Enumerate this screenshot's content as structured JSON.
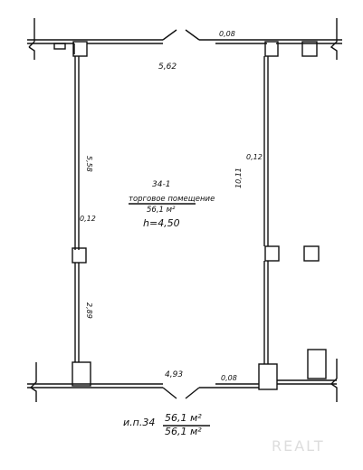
{
  "room": {
    "number": "34-1",
    "name": "торговое помещение",
    "area": "56,1 м²",
    "height": "h=4,50"
  },
  "dimensions": {
    "top_width": "5,62",
    "bottom_width": "4,93",
    "left_upper": "5,58",
    "left_lower": "2,89",
    "right_length": "10,11",
    "left_wall_thickness": "0,12",
    "right_wall_thickness": "0,12",
    "top_step": "0,08",
    "bottom_step": "0,08"
  },
  "totals": {
    "label": "и.п.34",
    "area_top": "56,1 м²",
    "area_bottom": "56,1 м²"
  },
  "watermark": "REALT",
  "colors": {
    "line": "#111111",
    "watermark": "#d9d9d9"
  }
}
